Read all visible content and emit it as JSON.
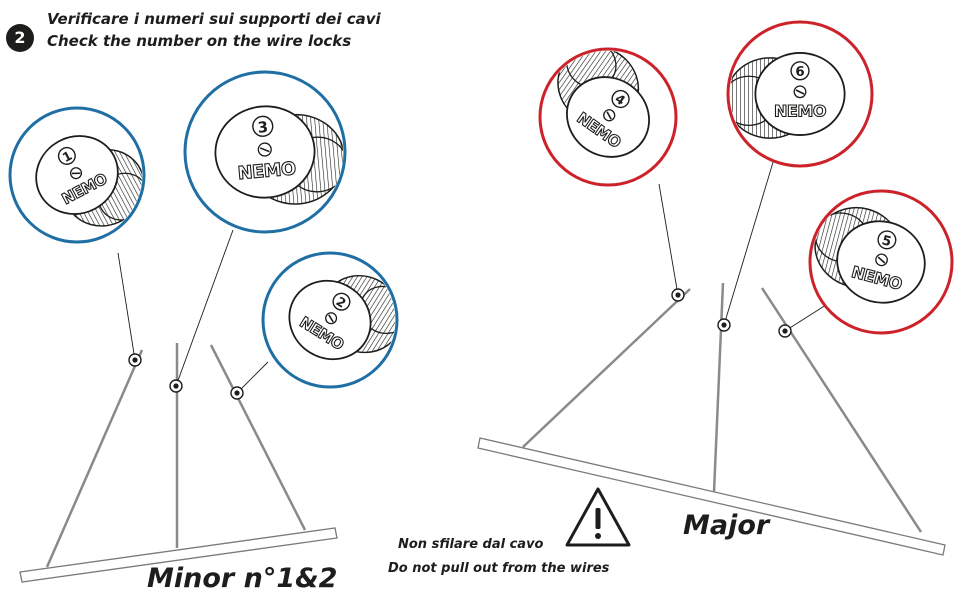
{
  "step": {
    "number": "2"
  },
  "header": {
    "line_it": "Verificare i numeri sui supporti dei cavi",
    "line_en": "Check the number on the wire locks"
  },
  "groups": {
    "minor": {
      "label": "Minor n°1&2",
      "ring_color": "#1f6fa4"
    },
    "major": {
      "label": "Major",
      "ring_color": "#cc2229"
    }
  },
  "wire_locks": [
    {
      "number": "1",
      "brand": "NEMO",
      "group": "minor"
    },
    {
      "number": "3",
      "brand": "NEMO",
      "group": "minor"
    },
    {
      "number": "2",
      "brand": "NEMO",
      "group": "minor"
    },
    {
      "number": "4",
      "brand": "NEMO",
      "group": "major"
    },
    {
      "number": "6",
      "brand": "NEMO",
      "group": "major"
    },
    {
      "number": "5",
      "brand": "NEMO",
      "group": "major"
    }
  ],
  "warning": {
    "icon": "warning-triangle-icon",
    "line_it": "Non sfilare dal cavo",
    "line_en": "Do not pull out from the wires"
  },
  "colors": {
    "ink": "#1d1d1b",
    "wire": "#8a8a8a"
  }
}
